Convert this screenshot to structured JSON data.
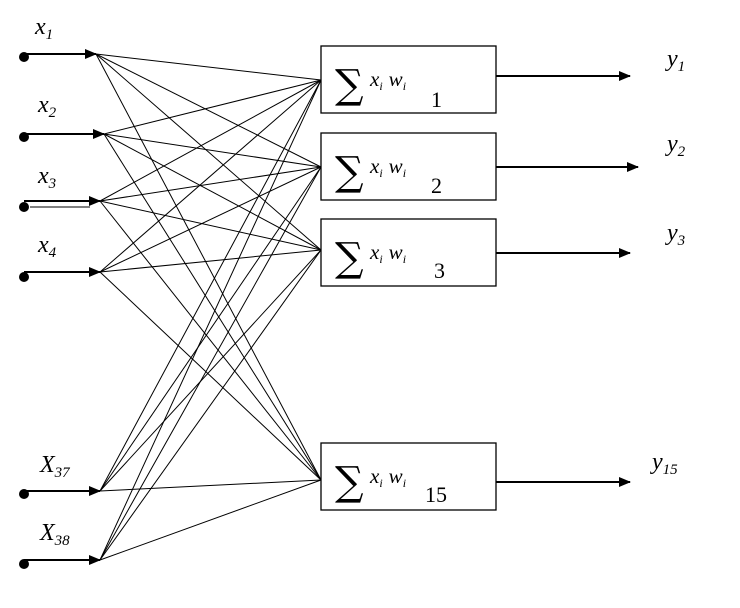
{
  "inputs": [
    {
      "var": "x",
      "sub": "1"
    },
    {
      "var": "x",
      "sub": "2"
    },
    {
      "var": "x",
      "sub": "3"
    },
    {
      "var": "x",
      "sub": "4"
    },
    {
      "var": "X",
      "sub": "37"
    },
    {
      "var": "X",
      "sub": "38"
    }
  ],
  "neurons": [
    {
      "x_var": "x",
      "w_var": "w",
      "index_sub": "i",
      "number": "1"
    },
    {
      "x_var": "x",
      "w_var": "w",
      "index_sub": "i",
      "number": "2"
    },
    {
      "x_var": "x",
      "w_var": "w",
      "index_sub": "i",
      "number": "3"
    },
    {
      "x_var": "x",
      "w_var": "w",
      "index_sub": "i",
      "number": "15"
    }
  ],
  "outputs": [
    {
      "var": "y",
      "sub": "1"
    },
    {
      "var": "y",
      "sub": "2"
    },
    {
      "var": "y",
      "sub": "3"
    },
    {
      "var": "y",
      "sub": "15"
    }
  ],
  "sigma_symbol": "∑",
  "colors": {
    "line": "#000000",
    "background": "#ffffff"
  }
}
